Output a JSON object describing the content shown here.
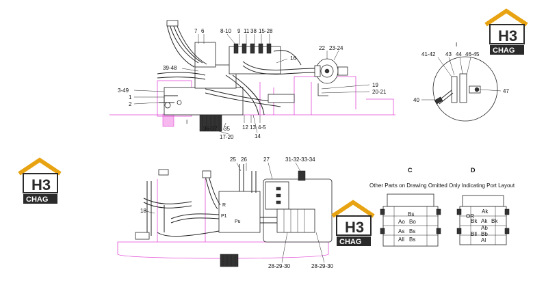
{
  "logos": [
    {
      "text_top": "H3",
      "text_bottom": "CHAG"
    },
    {
      "text_top": "H3",
      "text_bottom": "CHAG"
    },
    {
      "text_top": "H3",
      "text_bottom": "CHAG"
    }
  ],
  "colors": {
    "logo_gold": "#e8a312",
    "logo_dark": "#2a2a2a",
    "outline_pink": "#e24ad6"
  },
  "top_view": {
    "callouts": [
      "7",
      "6",
      "8-10",
      "9",
      "11",
      "38",
      "15-28",
      "16",
      "22",
      "23-24",
      "39-48",
      "3-49",
      "1",
      "2",
      "36-37",
      "35",
      "17-20",
      "12",
      "13",
      "4-5",
      "14",
      "19",
      "20-21"
    ],
    "view_marker": "I"
  },
  "detail_I": {
    "title": "I",
    "callouts": [
      "41-42",
      "43",
      "44",
      "46-45",
      "40",
      "47"
    ]
  },
  "side_view": {
    "callouts": [
      "25",
      "26",
      "27",
      "31-32-33-34",
      "18",
      "28-29-30",
      "28-29-30"
    ]
  },
  "valve_C": {
    "title": "C",
    "ports": [
      "Bs",
      "Ao",
      "Bo",
      "As",
      "Bs",
      "All",
      "Bs"
    ]
  },
  "valve_D": {
    "title": "D",
    "ports": [
      "Ak",
      "OR",
      "Bk",
      "Ak",
      "Bk",
      "Ab",
      "Bb",
      "Bll",
      "Al"
    ]
  },
  "note": "Other Parts on Drawing Omitted Only Indicating Port Layout"
}
